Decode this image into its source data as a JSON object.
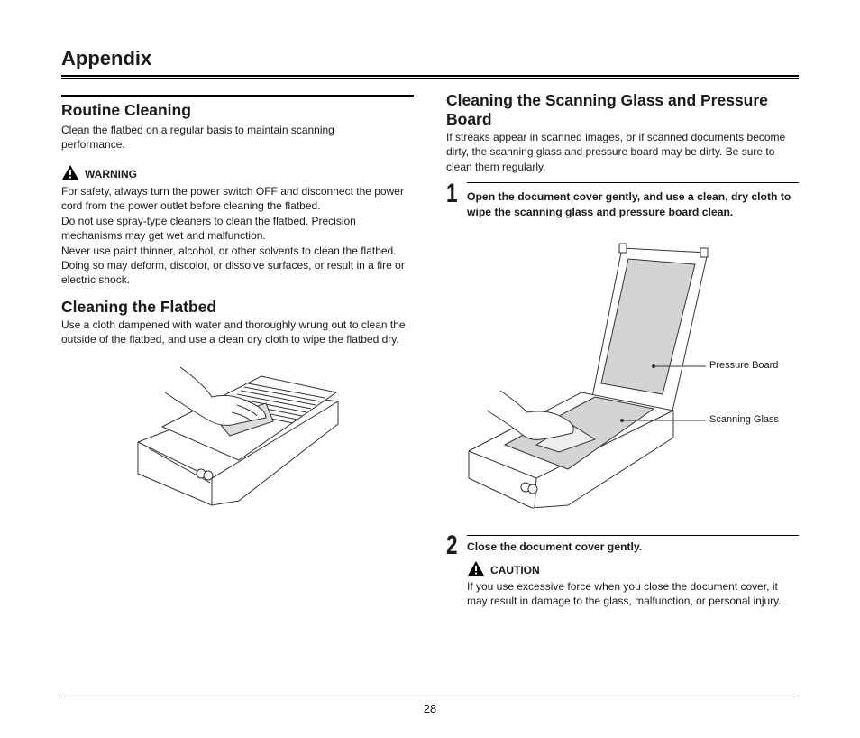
{
  "page": {
    "title": "Appendix",
    "number": "28"
  },
  "routine_cleaning": {
    "heading": "Routine Cleaning",
    "intro": "Clean the flatbed on a regular basis to maintain scanning performance.",
    "warning_label": "WARNING",
    "warning_paragraphs": [
      "For safety, always turn the power switch OFF and disconnect the power cord from the power outlet before cleaning the flatbed.",
      "Do not use spray-type cleaners to clean the flatbed. Precision mechanisms may get wet and malfunction.",
      "Never use paint thinner, alcohol, or other solvents to clean the flatbed. Doing so may deform, discolor, or dissolve surfaces, or result in a fire or electric shock."
    ]
  },
  "cleaning_flatbed": {
    "heading": "Cleaning the Flatbed",
    "body": "Use a cloth dampened with water and thoroughly wrung out to clean the outside of the flatbed, and use a clean dry cloth to wipe the flatbed dry."
  },
  "cleaning_glass": {
    "heading": "Cleaning the Scanning Glass and Pressure Board",
    "body": "If streaks appear in scanned images, or if scanned documents become dirty, the scanning glass and pressure board may be dirty. Be sure to clean them regularly.",
    "steps": [
      {
        "number": "1",
        "text": "Open the document cover gently, and use a clean, dry cloth to wipe the scanning glass and pressure board clean."
      },
      {
        "number": "2",
        "text": "Close the document cover gently."
      }
    ],
    "callouts": {
      "pressure_board": "Pressure Board",
      "scanning_glass": "Scanning Glass"
    },
    "caution_label": "CAUTION",
    "caution_text": "If you use excessive force when you close the document cover, it may result in damage to the glass, malfunction, or personal injury."
  }
}
